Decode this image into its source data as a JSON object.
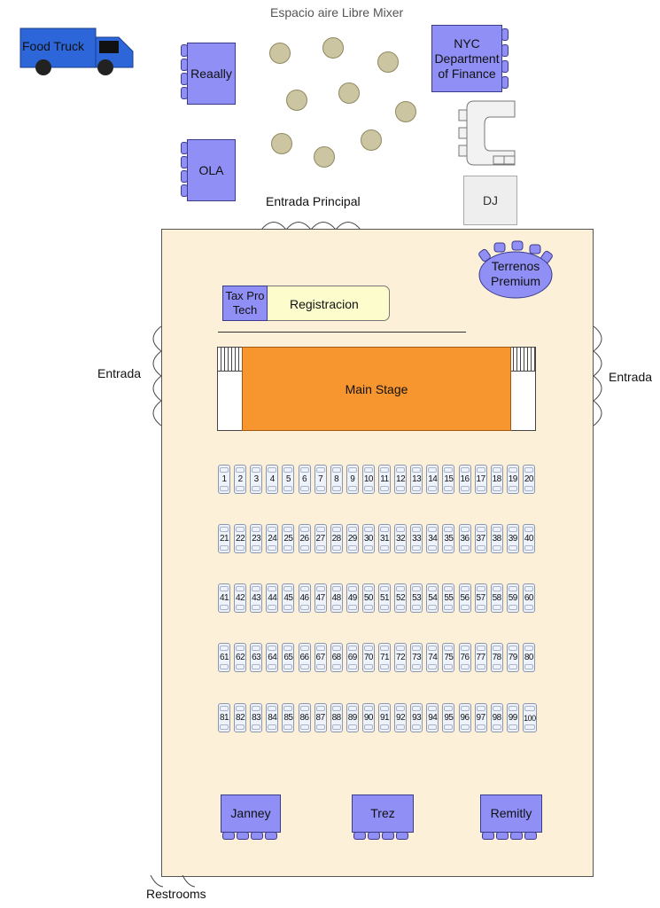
{
  "title": "Espacio aire Libre Mixer",
  "food_truck": {
    "label": "Food Truck",
    "color": "#2c66d8"
  },
  "booths": {
    "reaally": "Reaally",
    "ola": "OLA",
    "nyc": "NYC Department of Finance",
    "dj": "DJ",
    "terrenos": "Terrenos Premium",
    "tax_pro": "Tax Pro Tech",
    "registracion": "Registracion",
    "janney": "Janney",
    "trez": "Trez",
    "remitly": "Remitly"
  },
  "main_stage": {
    "label": "Main Stage",
    "color": "#f7952f"
  },
  "entrances": {
    "principal": "Entrada Principal",
    "left": "Entrada",
    "right": "Entrada",
    "restrooms": "Restrooms"
  },
  "seating": {
    "rows": 5,
    "seats_per_row": 20,
    "first": 1,
    "last": 100
  },
  "colors": {
    "booth": "#8f8ff5",
    "hall": "#fdf0d8",
    "registracion": "#fdfccd",
    "dj": "#eeeeee",
    "round_table": "#cbc6a1"
  }
}
